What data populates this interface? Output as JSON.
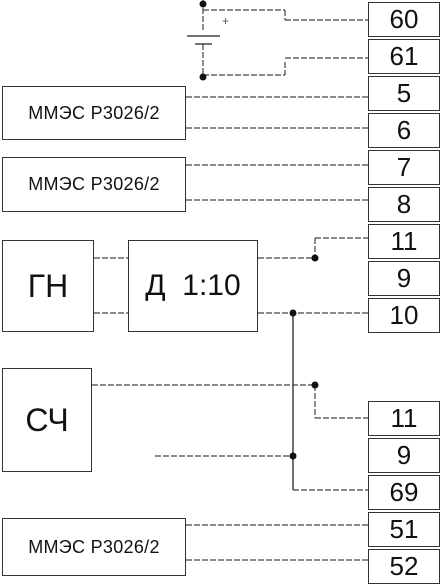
{
  "blocks": {
    "mmes_1": "ММЭС Р3026/2",
    "mmes_2": "ММЭС Р3026/2",
    "gn": "ГН",
    "divider": "Д  1:10",
    "sch": "СЧ",
    "mmes_3": "ММЭС Р3026/2"
  },
  "terminals_top": [
    "60",
    "61",
    "5",
    "6",
    "7",
    "8",
    "11",
    "9",
    "10"
  ],
  "terminals_bottom": [
    "11",
    "9",
    "69",
    "51",
    "52"
  ],
  "battery_sign": "+"
}
